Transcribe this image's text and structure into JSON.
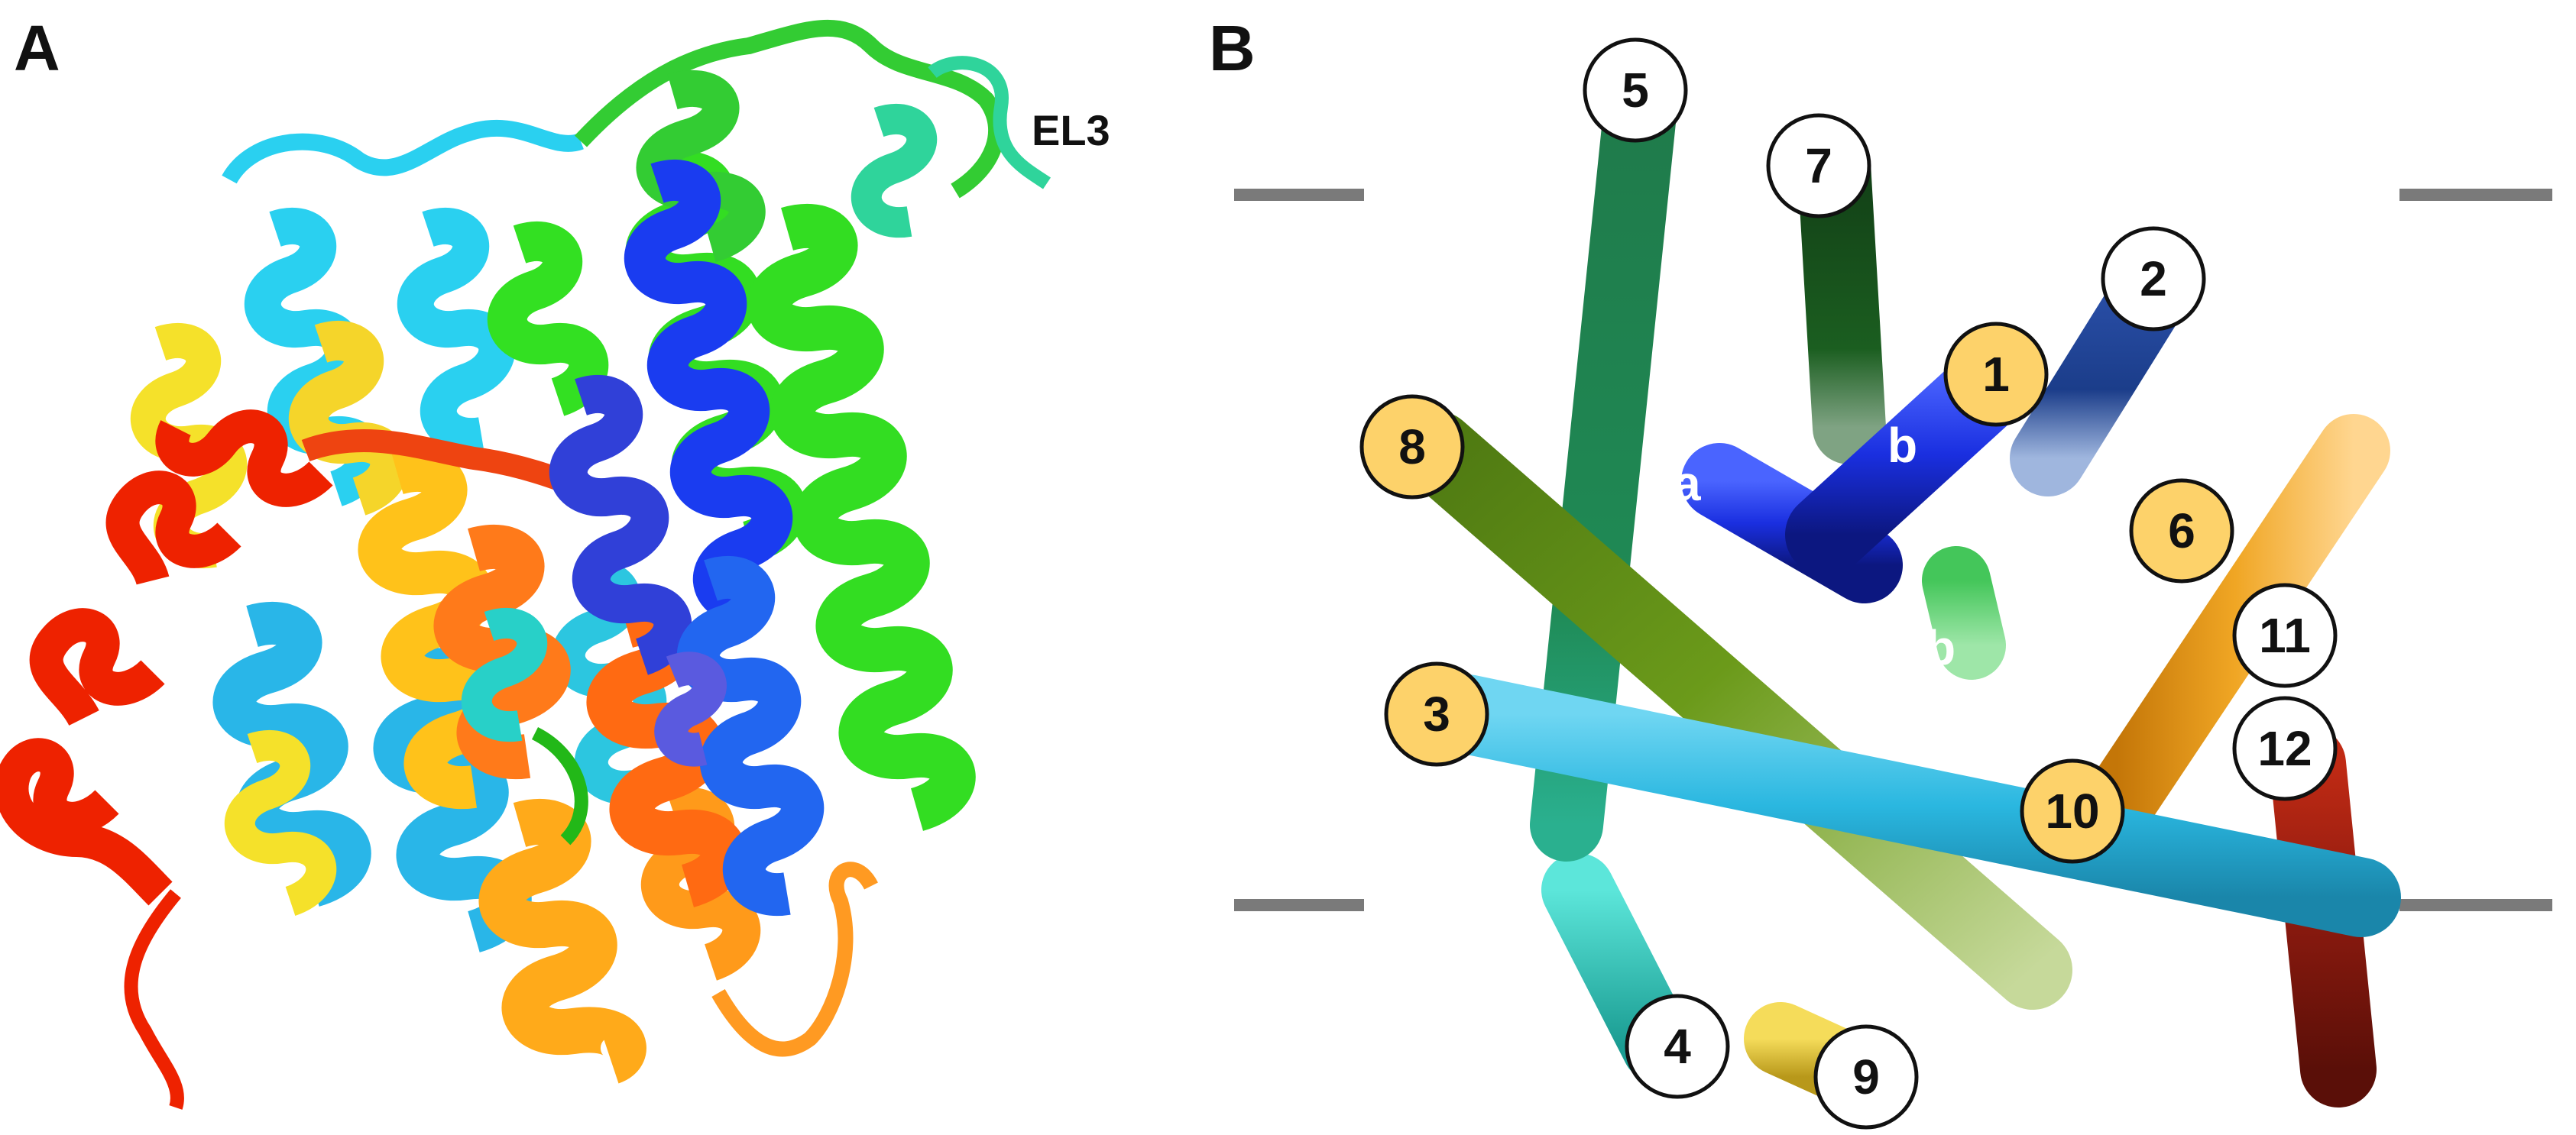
{
  "panels": {
    "a": {
      "letter": "A",
      "annotation": "EL3"
    },
    "b": {
      "letter": "B"
    }
  },
  "helix_labels": {
    "h1": "1",
    "h2": "2",
    "h3": "3",
    "h4": "4",
    "h5": "5",
    "h6": "6",
    "h7": "7",
    "h8": "8",
    "h9": "9",
    "h10": "10",
    "h11": "11",
    "h12": "12"
  },
  "sub_labels": {
    "h1a": "a",
    "h1b": "b",
    "h6a": "a",
    "h6b": "b"
  },
  "colors": {
    "tm1": "#1a2fe0",
    "tm2": "#1b3d8a",
    "tm3": "#2ab7e0",
    "tm4": "#2ad1c4",
    "tm5": "#1f8a55",
    "tm6": "#1e8f1e",
    "tm7": "#1b5e20",
    "tm8": "#6b9a1a",
    "tm9": "#e8c62a",
    "tm10": "#e89a1a",
    "tm11": "#e8641a",
    "tm12": "#8b1a0f",
    "badge_yellow": "#fdd26a",
    "badge_white": "#ffffff",
    "membrane_marker": "#7a7a7a"
  }
}
